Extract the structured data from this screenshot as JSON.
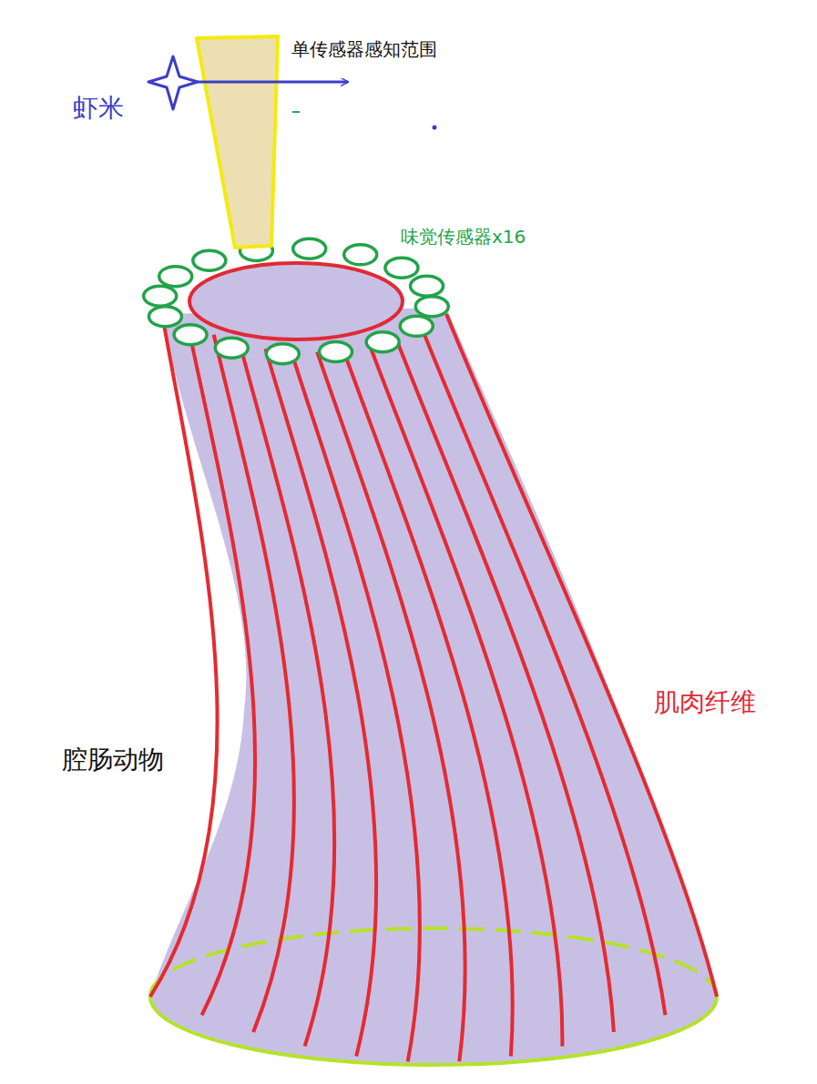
{
  "diagram": {
    "labels": [
      "单传感器感知范围",
      "虾米",
      "味觉传感器x16",
      "腔肠动物",
      "肌肉纤维"
    ]
  }
}
